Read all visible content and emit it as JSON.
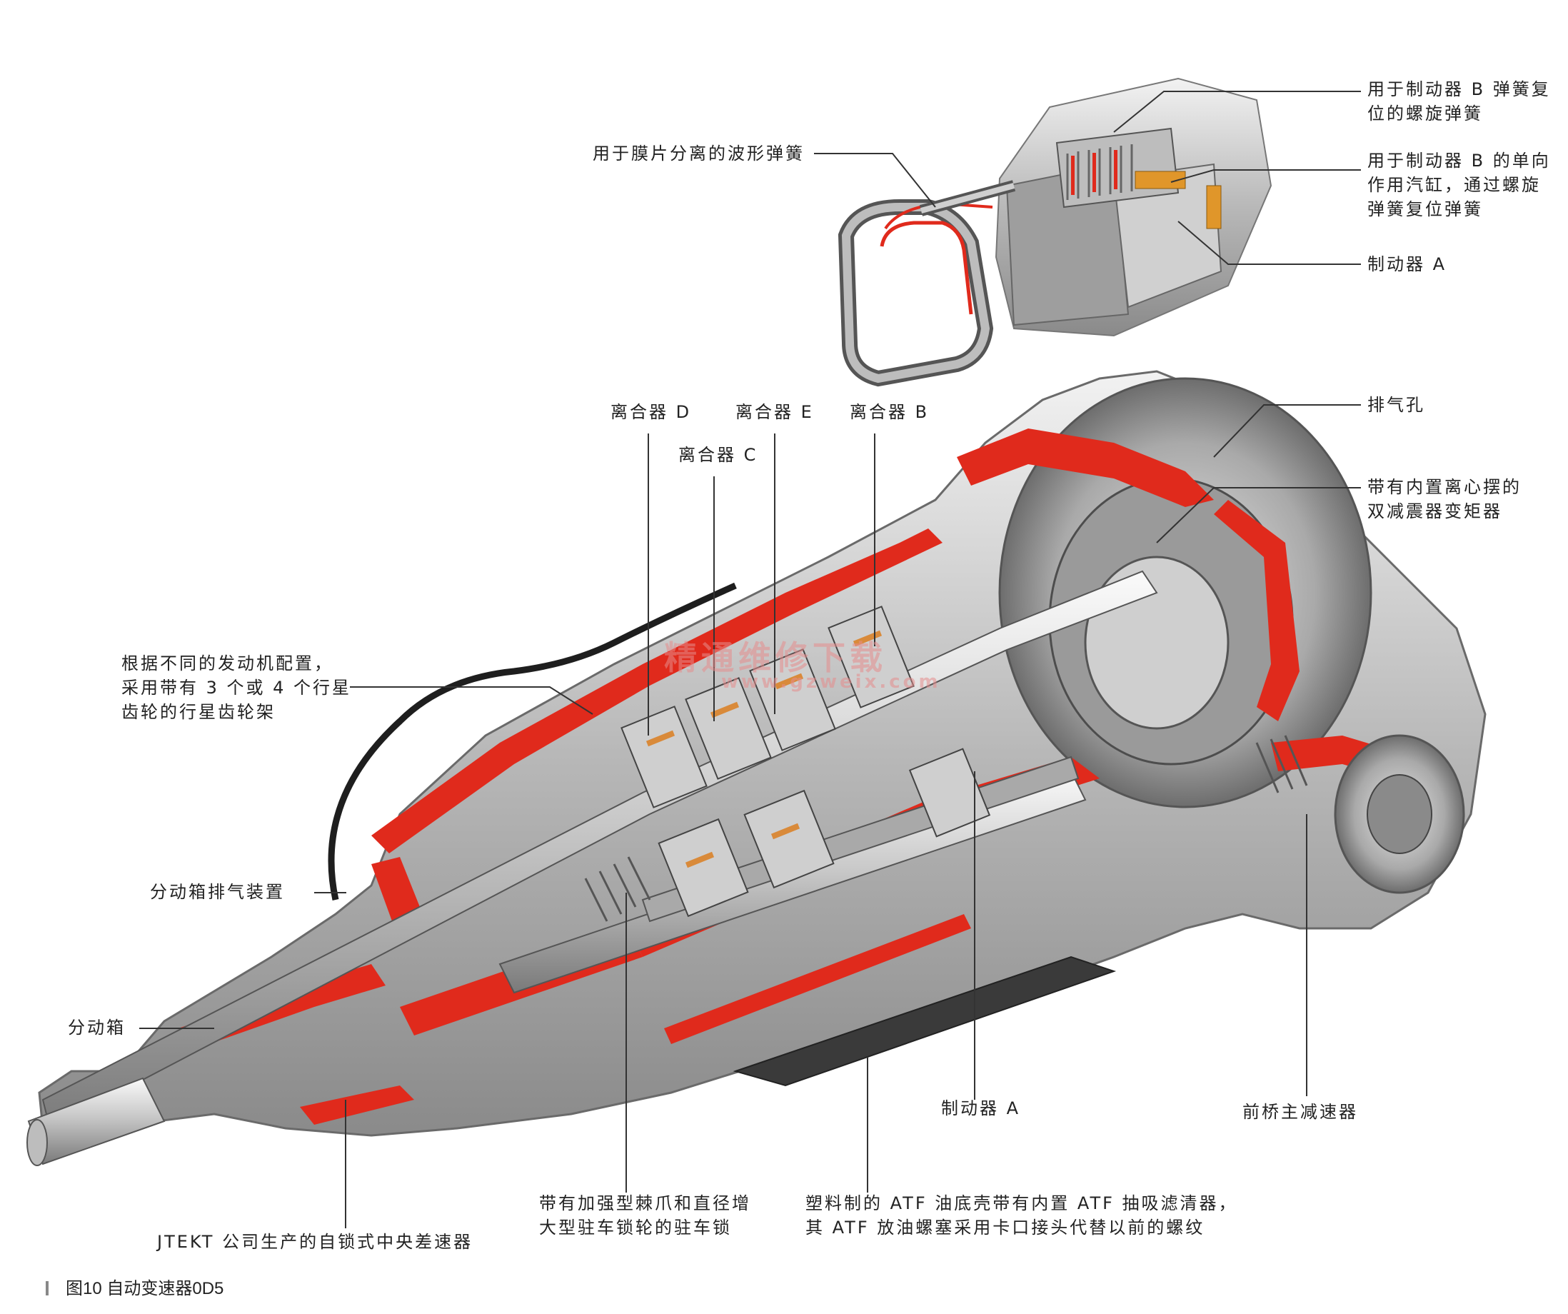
{
  "labels": {
    "brake_b_spring": [
      "用于制动器 B 弹簧复",
      "位的螺旋弹簧"
    ],
    "wave_spring": "用于膜片分离的波形弹簧",
    "brake_b_cylinder": [
      "用于制动器 B 的单向",
      "作用汽缸，通过螺旋",
      "弹簧复位弹簧"
    ],
    "brake_a_top": "制动器 A",
    "clutch_d": "离合器 D",
    "clutch_e": "离合器 E",
    "clutch_b": "离合器 B",
    "clutch_c": "离合器 C",
    "vent": "排气孔",
    "torque_converter": [
      "带有内置离心摆的",
      "双减震器变矩器"
    ],
    "planet_carrier": [
      "根据不同的发动机配置，",
      "采用带有 3 个或 4 个行星",
      "齿轮的行星齿轮架"
    ],
    "transfer_vent": "分动箱排气装置",
    "transfer_case": "分动箱",
    "brake_a_bottom": "制动器 A",
    "front_final_drive": "前桥主减速器",
    "parking_lock": [
      "带有加强型棘爪和直径增",
      "大型驻车锁轮的驻车锁"
    ],
    "atf_pan": [
      "塑料制的 ATF 油底壳带有内置 ATF 抽吸滤清器，",
      "其 ATF 放油螺塞采用卡口接头代替以前的螺纹"
    ],
    "jtekt_diff": "JTEKT 公司生产的自锁式中央差速器"
  },
  "caption": "图10  自动变速器0D5",
  "watermark": {
    "line1": "精通维修下载",
    "line2": "www.gzweix.com"
  },
  "colors": {
    "cut_red": "#e02a1c",
    "metal": "#c9c9c9",
    "leader": "#333333"
  }
}
